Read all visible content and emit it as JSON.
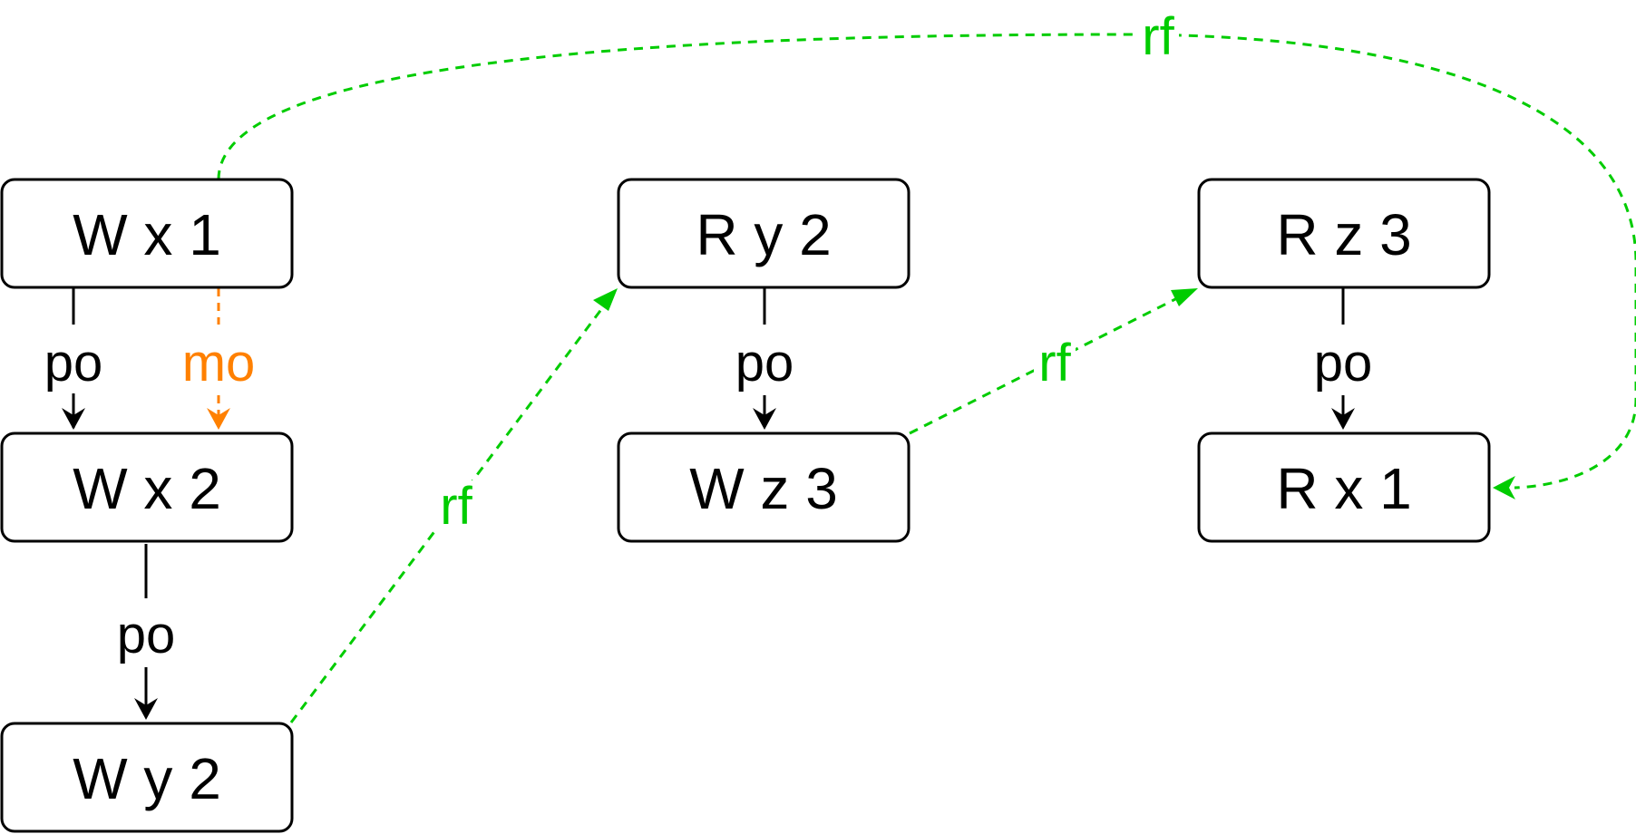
{
  "colors": {
    "po": "#000000",
    "mo": "#FF8000",
    "rf": "#00CC00"
  },
  "nodes": {
    "wx1": "W x 1",
    "wx2": "W x 2",
    "wy2": "W y 2",
    "ry2": "R y 2",
    "wz3": "W z 3",
    "rz3": "R z 3",
    "rx1": "R x 1"
  },
  "edges": {
    "po_wx1_wx2": "po",
    "mo_wx1_wx2": "mo",
    "po_wx2_wy2": "po",
    "rf_wy2_ry2": "rf",
    "po_ry2_wz3": "po",
    "rf_wz3_rz3": "rf",
    "po_rz3_rx1": "po",
    "rf_wx1_rx1": "rf"
  }
}
